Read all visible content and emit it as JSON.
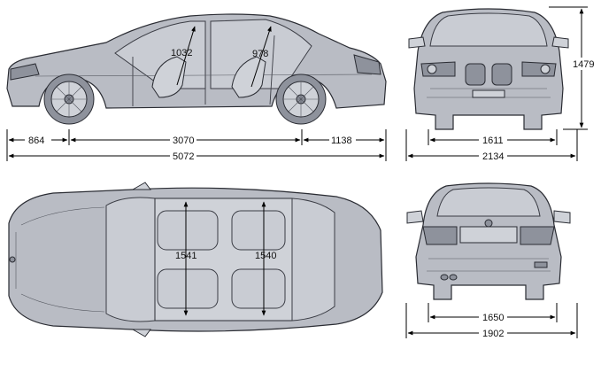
{
  "dimensions": {
    "front_overhang": "864",
    "wheelbase": "3070",
    "rear_overhang": "1138",
    "overall_length": "5072",
    "front_headroom": "1032",
    "rear_headroom": "978",
    "front_track": "1611",
    "width_with_mirrors": "2134",
    "overall_height": "1479",
    "front_shoulder_room": "1541",
    "rear_shoulder_room": "1540",
    "rear_track": "1650",
    "overall_width": "1902"
  },
  "colors": {
    "body": "#b9bcc4",
    "outline": "#2a2c33",
    "dimension_line": "#000000"
  }
}
